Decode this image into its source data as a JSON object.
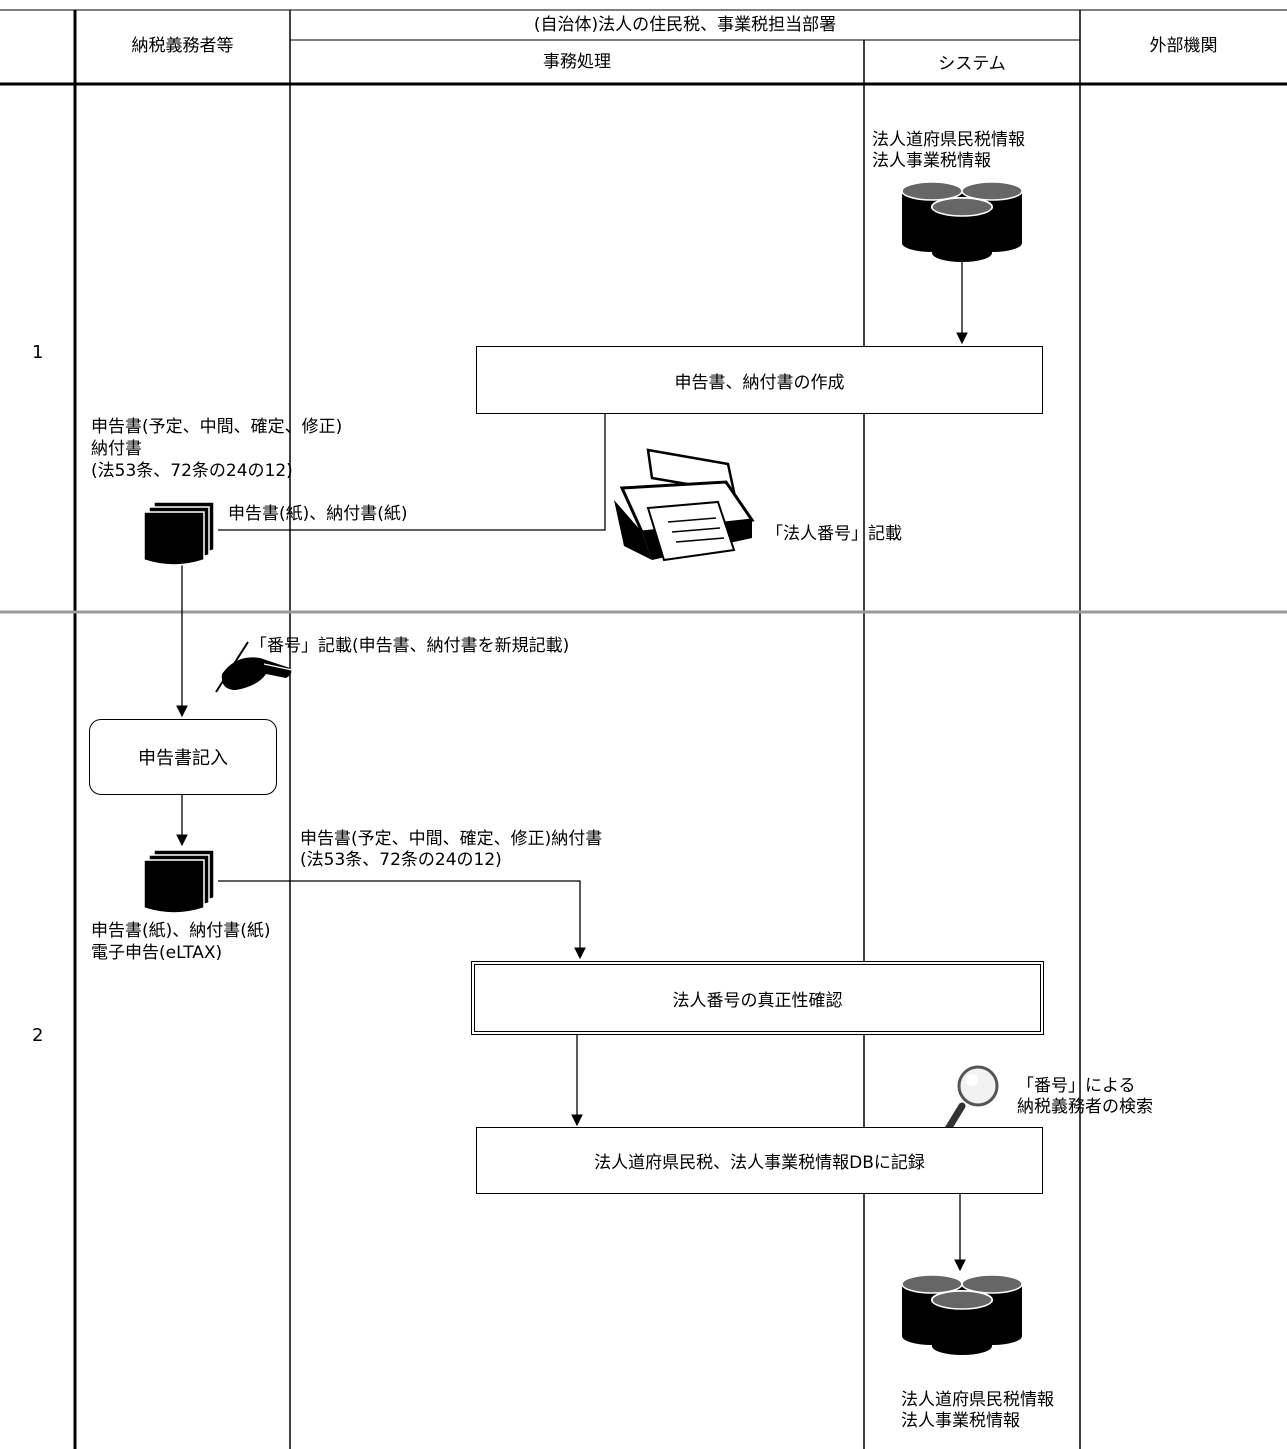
{
  "header": {
    "taxpayer_col": "納税義務者等",
    "dept_group": "(自治体)法人の住民税、事業税担当部署",
    "office_col": "事務処理",
    "system_col": "システム",
    "external_col": "外部機関"
  },
  "rows": [
    {
      "number": "1"
    },
    {
      "number": "2"
    }
  ],
  "step1": {
    "db_label_line1": "法人道府県民税情報",
    "db_label_line2": "法人事業税情報",
    "process_box": "申告書、納付書の作成",
    "forms_line1": "申告書(予定、中間、確定、修正)",
    "forms_line2": "納付書",
    "forms_line3": "(法53条、72条の24の12)",
    "flow_label": "申告書(紙)、納付書(紙)",
    "printer_label": "「法人番号」記載"
  },
  "step2": {
    "pen_label": "「番号」記載(申告書、納付書を新規記載)",
    "entry_box": "申告書記入",
    "submit_line1": "申告書(予定、中間、確定、修正)納付書",
    "submit_line2": "(法53条、72条の24の12)",
    "paper_line1": "申告書(紙)、納付書(紙)",
    "paper_line2": "電子申告(eLTAX)",
    "verify_box": "法人番号の真正性確認",
    "record_box": "法人道府県民税、法人事業税情報DBに記録",
    "search_line1": "「番号」による",
    "search_line2": "納税義務者の検索",
    "db_label_line1": "法人道府県民税情報",
    "db_label_line2": "法人事業税情報"
  }
}
